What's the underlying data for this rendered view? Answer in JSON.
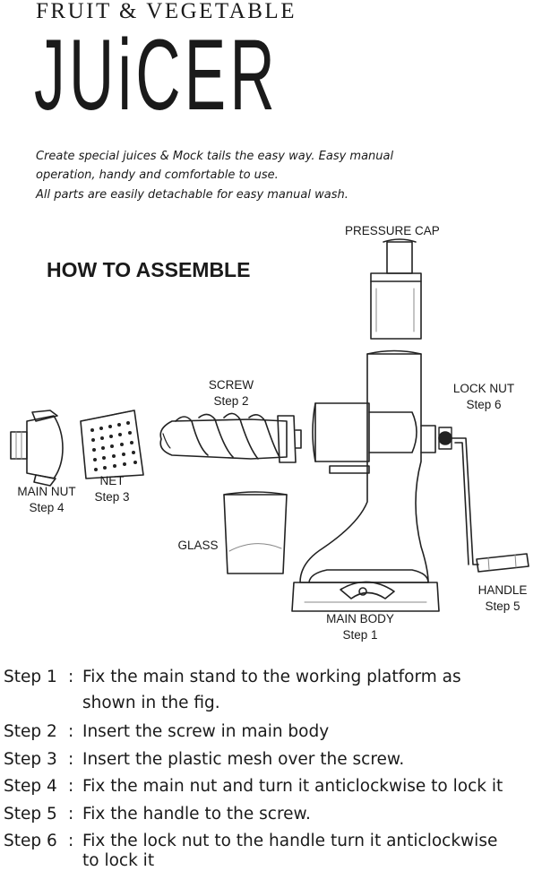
{
  "header": {
    "subtitle": "FRUIT & VEGETABLE",
    "title": "JUiCER"
  },
  "intro": {
    "line1": "Create special juices & Mock tails the easy way. Easy manual",
    "line2": "operation, handy and comfortable to use.",
    "line3": "All parts are easily detachable for easy manual wash."
  },
  "section_title": "HOW TO ASSEMBLE",
  "labels": {
    "pressure_cap": "PRESSURE CAP",
    "screw": "SCREW",
    "screw_step": "Step 2",
    "lock_nut": "LOCK NUT",
    "lock_nut_step": "Step 6",
    "net": "NET",
    "net_step": "Step 3",
    "main_nut": "MAIN NUT",
    "main_nut_step": "Step 4",
    "glass": "GLASS",
    "handle": "HANDLE",
    "handle_step": "Step 5",
    "main_body": "MAIN BODY",
    "main_body_step": "Step 1"
  },
  "steps": [
    {
      "num": "Step 1",
      "sep": ":",
      "line1": "Fix the main stand to the working platform as",
      "line2": "shown in the fig."
    },
    {
      "num": "Step 2",
      "sep": ":",
      "line1": "Insert the screw in main body"
    },
    {
      "num": "Step 3",
      "sep": ":",
      "line1": "Insert the plastic mesh over the screw."
    },
    {
      "num": "Step 4",
      "sep": ":",
      "line1": "Fix the main nut and turn it anticlockwise to lock it"
    },
    {
      "num": "Step 5",
      "sep": ":",
      "line1": "Fix the handle to the screw."
    },
    {
      "num": "Step 6",
      "sep": ":",
      "line1": "Fix the lock nut to the handle turn it anticlockwise",
      "line2": "to lock it"
    }
  ]
}
